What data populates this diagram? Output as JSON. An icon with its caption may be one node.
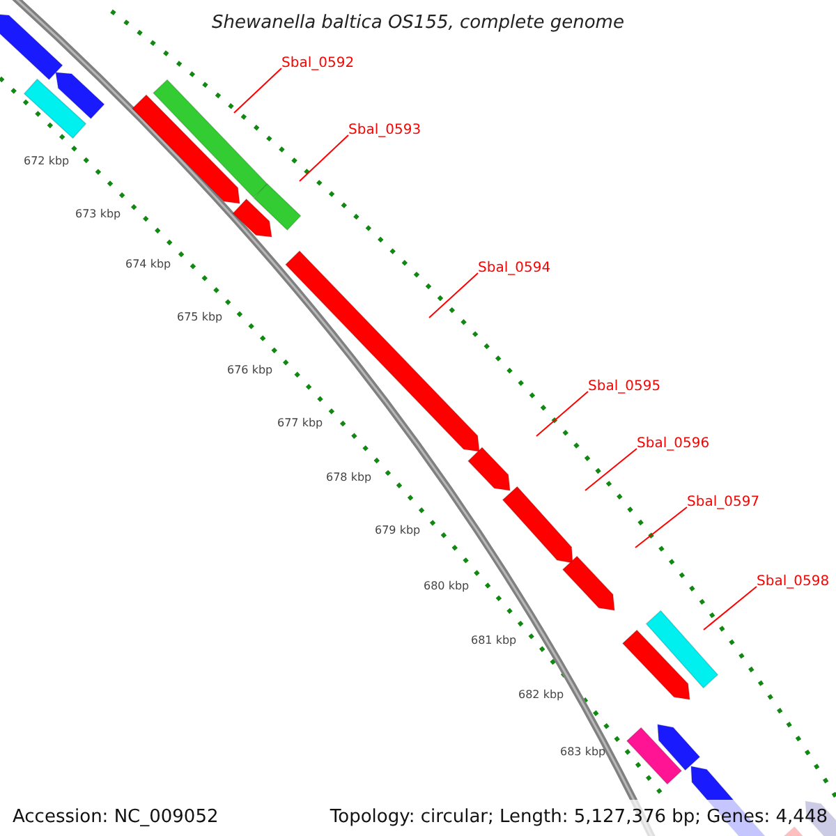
{
  "diagram": {
    "title": "Shewanella baltica OS155, complete genome",
    "nodes": [
      {
        "text": [
          "Sbal_0592"
        ]
      },
      {
        "text": [
          "Sbal_0593"
        ]
      },
      {
        "text": [
          "Sbal_0594"
        ]
      },
      {
        "text": [
          "Sbal_0595"
        ]
      },
      {
        "text": [
          "Sbal_0596"
        ]
      },
      {
        "text": [
          "Sbal_0597"
        ]
      },
      {
        "text": [
          "Sbal_0598"
        ]
      }
    ],
    "edges": [
      {
        "from": 0,
        "to": null,
        "arrow": "none"
      },
      {
        "from": 1,
        "to": null,
        "arrow": "none"
      },
      {
        "from": 2,
        "to": null,
        "arrow": "none"
      },
      {
        "from": 3,
        "to": null,
        "arrow": "none"
      },
      {
        "from": 4,
        "to": null,
        "arrow": "none"
      },
      {
        "from": 5,
        "to": null,
        "arrow": "none"
      },
      {
        "from": 6,
        "to": null,
        "arrow": "none"
      }
    ],
    "labels": [
      "672 kbp",
      "673 kbp",
      "674 kbp",
      "675 kbp",
      "676 kbp",
      "677 kbp",
      "678 kbp",
      "679 kbp",
      "680 kbp",
      "681 kbp",
      "682 kbp",
      "683 kbp",
      "Accession: NC_009052",
      "Topology: circular; Length: 5,127,376 bp; Genes: 4,448"
    ]
  }
}
